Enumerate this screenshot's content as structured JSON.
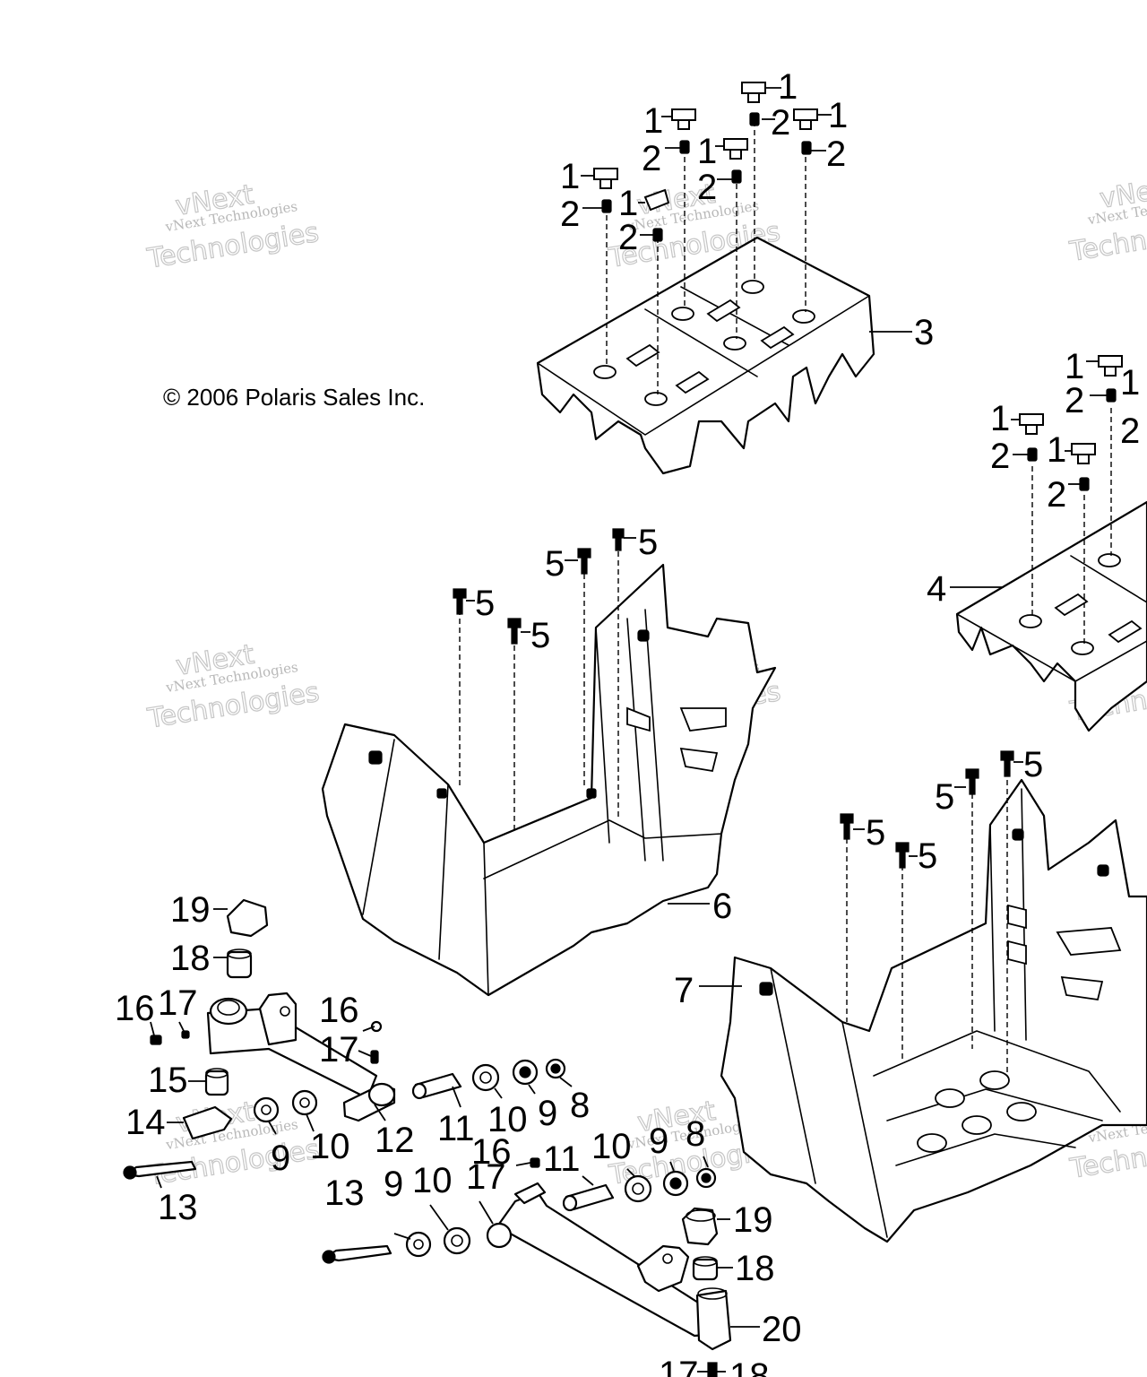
{
  "copyright": "© 2006 Polaris Sales Inc.",
  "watermark": {
    "line1": "vNext",
    "line2": "vNext Technologies",
    "line3": "Technologies"
  },
  "callouts": {
    "c1": "1",
    "c2": "2",
    "c3": "3",
    "c4": "4",
    "c5": "5",
    "c6": "6",
    "c7": "7",
    "c8": "8",
    "c9": "9",
    "c10": "10",
    "c11": "11",
    "c12": "12",
    "c13": "13",
    "c14": "14",
    "c15": "15",
    "c16": "16",
    "c17": "17",
    "c18": "18",
    "c19": "19",
    "c20": "20"
  }
}
